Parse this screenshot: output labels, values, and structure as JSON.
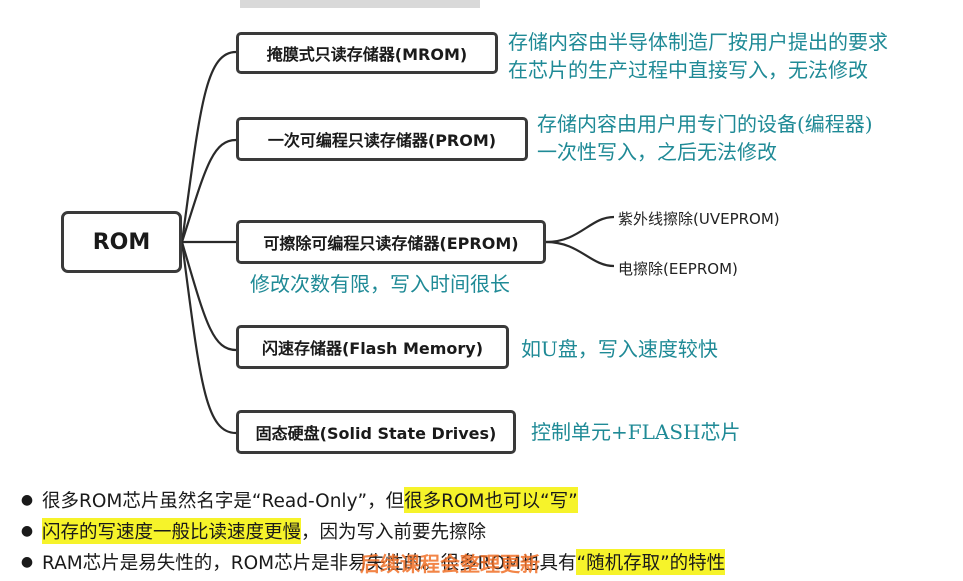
{
  "root": "ROM",
  "branches": [
    {
      "label": "掩膜式只读存储器(MROM)",
      "note": [
        "存储内容由半导体制造厂按用户提出的要求",
        "在芯片的生产过程中直接写入，无法修改"
      ]
    },
    {
      "label": "一次可编程只读存储器(PROM)",
      "note": [
        "存储内容由用户用专门的设备(编程器)",
        "一次性写入，之后无法修改"
      ]
    },
    {
      "label": "可擦除可编程只读存储器(EPROM)",
      "note": [
        "修改次数有限，写入时间很长"
      ],
      "children": [
        "紫外线擦除(UVEPROM)",
        "电擦除(EEPROM)"
      ]
    },
    {
      "label": "闪速存储器(Flash Memory)",
      "note": [
        "如U盘，写入速度较快"
      ]
    },
    {
      "label": "固态硬盘(Solid State Drives)",
      "note": [
        "控制单元+FLASH芯片"
      ]
    }
  ],
  "bullets": [
    {
      "pre": "很多ROM芯片虽然名字是“Read-Only”，但",
      "hl": "很多ROM也可以“写”",
      "post": ""
    },
    {
      "pre": "",
      "hl": "闪存的写速度一般比读速度更慢",
      "post": "，因为写入前要先擦除"
    },
    {
      "pre": "RAM芯片是易失性的，ROM芯片是非易失性的。很多ROM也具有",
      "hl": "“随机存取”的特性",
      "post": ""
    }
  ],
  "overlay_caption": "后续课程会整理更新"
}
